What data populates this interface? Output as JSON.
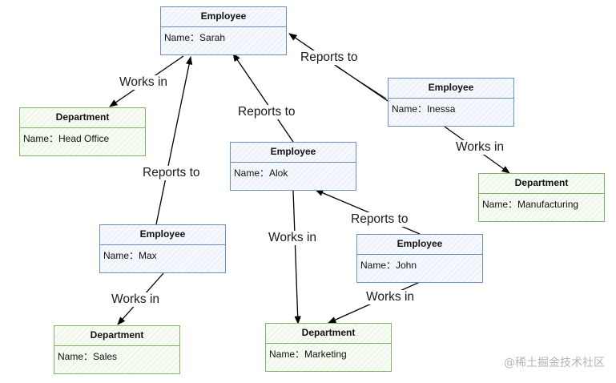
{
  "colors": {
    "employee_border": "#6c8ebf",
    "department_border": "#82b366",
    "edge": "#000000"
  },
  "nodes": {
    "sarah": {
      "header": "Employee",
      "row": "Name：Sarah"
    },
    "inessa": {
      "header": "Employee",
      "row": "Name：Inessa"
    },
    "alok": {
      "header": "Employee",
      "row": "Name：Alok"
    },
    "max": {
      "header": "Employee",
      "row": "Name：Max"
    },
    "john": {
      "header": "Employee",
      "row": "Name：John"
    },
    "head_office": {
      "header": "Department",
      "row": "Name：Head Office"
    },
    "manufacturing": {
      "header": "Department",
      "row": "Name：Manufacturing"
    },
    "sales": {
      "header": "Department",
      "row": "Name：Sales"
    },
    "marketing": {
      "header": "Department",
      "row": "Name：Marketing"
    }
  },
  "edges": {
    "sarah_works_in": "Works in",
    "inessa_reports_to": "Reports to",
    "alok_reports_to": "Reports to",
    "inessa_works_in": "Works in",
    "max_reports_to": "Reports to",
    "john_reports_to": "Reports to",
    "alok_works_in": "Works in",
    "max_works_in": "Works in",
    "john_works_in": "Works in"
  },
  "watermark": "@稀土掘金技术社区"
}
